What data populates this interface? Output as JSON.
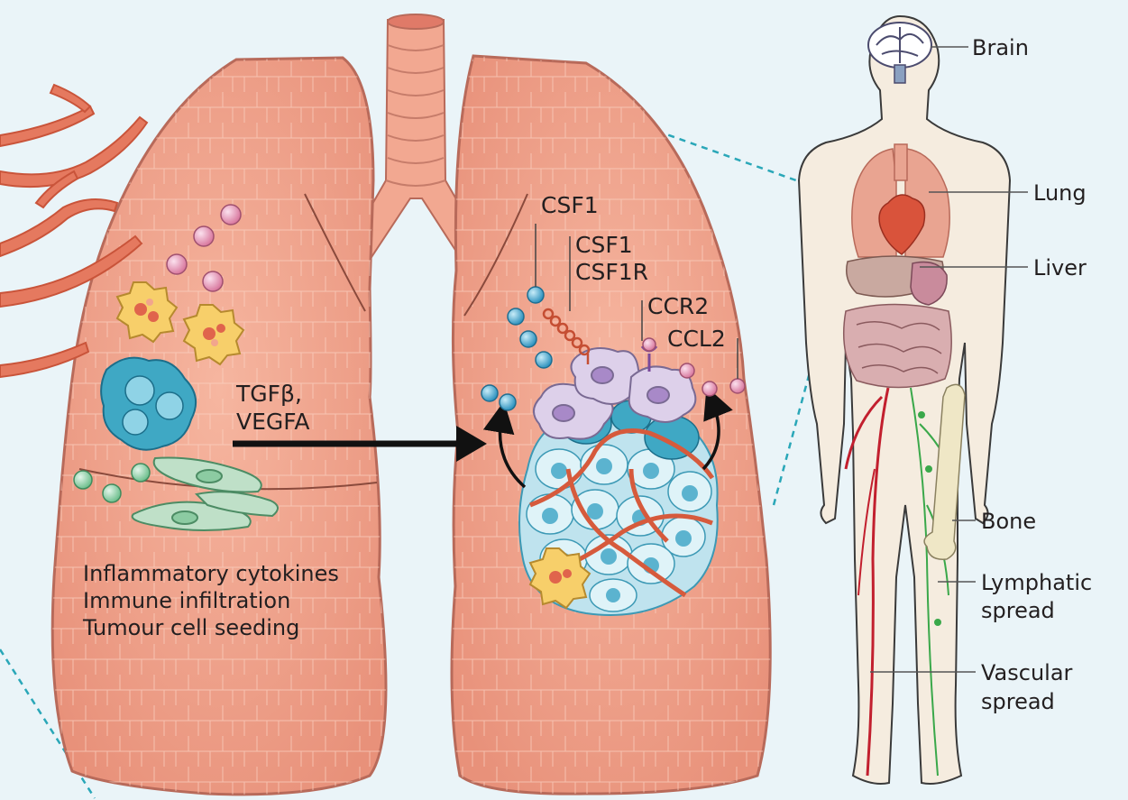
{
  "colors": {
    "background": "#eaf4f8",
    "lung_fill": "#f2a891",
    "lung_edge": "#b86a5a",
    "body_fill": "#f5ecdf",
    "vessel": "#d65a3c",
    "tumour": "#bfe3ee",
    "tumour_edge": "#3c99b5",
    "blue_cells": "#3fa8c4",
    "macrophage": "#ddd0ea",
    "neutrophil": "#f7cf6a",
    "pink_ligand": "#e7a2c5",
    "blue_ligand": "#4aaad0",
    "green_ligand": "#8fd0a8",
    "fibroblast": "#bfe0c8",
    "dashed_line": "#2aa7b8",
    "lymph": "#3aa84a",
    "artery": "#c21f2e"
  },
  "left_lung": {
    "caption_lines": [
      "Inflammatory cytokines",
      "Immune infiltration",
      "Tumour cell seeding"
    ]
  },
  "arrow_label": {
    "lines": [
      "TGFβ,",
      "VEGFA"
    ]
  },
  "right_lung": {
    "labels": {
      "csf1": "CSF1",
      "csf1_pair_1": "CSF1",
      "csf1_pair_2": "CSF1R",
      "ccr2": "CCR2",
      "ccl2": "CCL2"
    }
  },
  "body_figure": {
    "labels": {
      "brain": "Brain",
      "lung": "Lung",
      "liver": "Liver",
      "bone": "Bone",
      "lymphatic_1": "Lymphatic",
      "lymphatic_2": "spread",
      "vascular_1": "Vascular",
      "vascular_2": "spread"
    }
  }
}
